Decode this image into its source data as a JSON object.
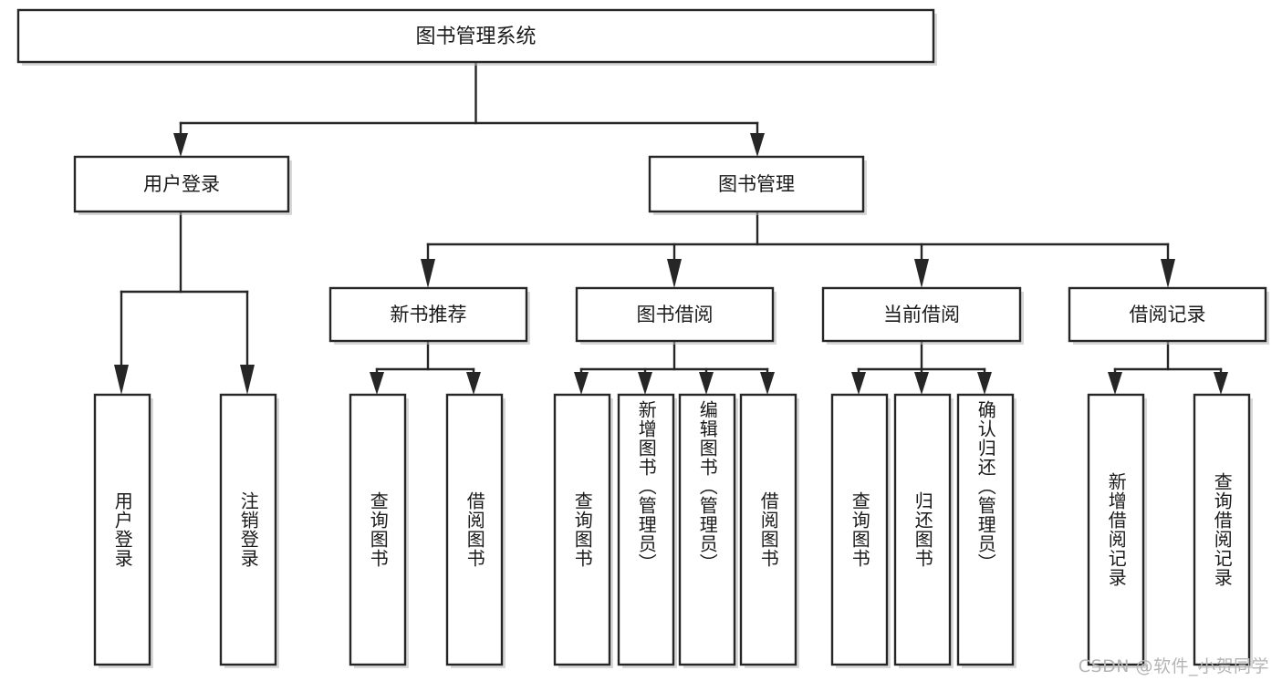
{
  "diagram": {
    "type": "tree",
    "orientation": "top-down",
    "title": "图书管理系统",
    "watermark": "CSDN @软件_小贺同学",
    "colors": {
      "box_fill": "#ffffff",
      "box_stroke": "#262626",
      "edge": "#262626",
      "text": "#1a1a1a",
      "watermark": "#b5b5b5",
      "background": "#ffffff"
    },
    "root": {
      "label": "图书管理系统"
    },
    "level2": [
      {
        "label": "用户登录"
      },
      {
        "label": "图书管理"
      }
    ],
    "level3": [
      {
        "label": "新书推荐"
      },
      {
        "label": "图书借阅"
      },
      {
        "label": "当前借阅"
      },
      {
        "label": "借阅记录"
      }
    ],
    "leaves": {
      "user_login": [
        {
          "label": "用户登录"
        },
        {
          "label": "注销登录"
        }
      ],
      "new_book_recommend": [
        {
          "label": "查询图书"
        },
        {
          "label": "借阅图书"
        }
      ],
      "book_borrow": [
        {
          "label": "查询图书"
        },
        {
          "label": "新增图书（管理员）"
        },
        {
          "label": "编辑图书（管理员）"
        },
        {
          "label": "借阅图书"
        }
      ],
      "current_borrow": [
        {
          "label": "查询图书"
        },
        {
          "label": "归还图书"
        },
        {
          "label": "确认归还（管理员）"
        }
      ],
      "borrow_record": [
        {
          "label": "新增借阅记录"
        },
        {
          "label": "查询借阅记录"
        }
      ]
    }
  }
}
